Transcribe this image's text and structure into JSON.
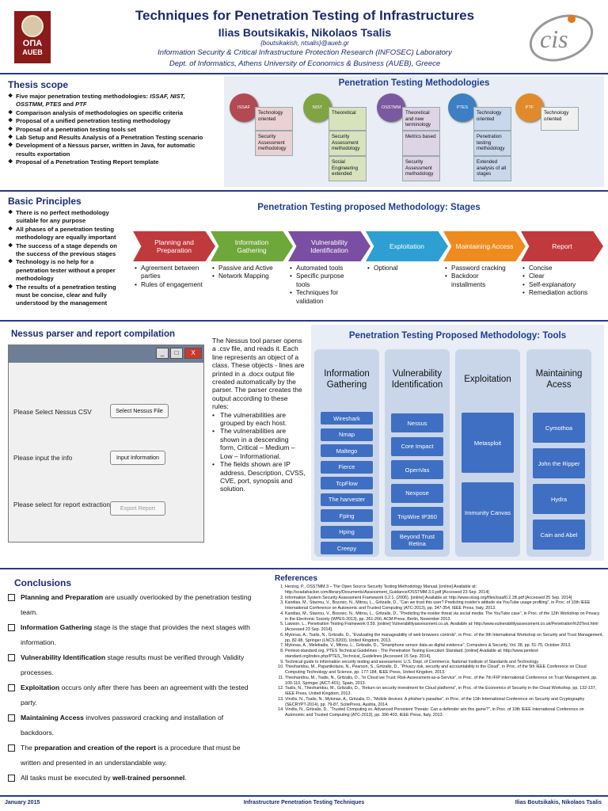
{
  "header": {
    "title": "Techniques for Penetration Testing of Infrastructures",
    "authors": "Ilias Boutsikakis, Nikolaos Tsalis",
    "emails": "{boutsikakish, ntsalis}@aueb.gr",
    "lab": "Information Security & Critical Infrastructure Protection Research (INFOSEC) Laboratory",
    "dept": "Dept. of Informatics, Athens University of Economics & Business (AUEB), Greece",
    "logo_left_1": "ΟΠΑ",
    "logo_left_2": "AUEB",
    "logo_right": "cis"
  },
  "scope": {
    "heading": "Thesis scope",
    "items": [
      {
        "pre": "Five major penetration testing methodologies: ",
        "em": "ISSAF, NIST, OSSTMM, PTES",
        "post": " and ",
        "em2": "PTF"
      },
      {
        "pre": "Comparison analysis of methodologies on specific criteria"
      },
      {
        "pre": "Proposal of a unified penetration testing methodology"
      },
      {
        "pre": "Proposal of a penetration testing tools set"
      },
      {
        "pre": "Lab Setup and Results Analysis of a Penetration Testing scenario"
      },
      {
        "pre": "Development of a Nessus parser, written in Java, for automatic results exportation"
      },
      {
        "pre": "Proposal of a Penetration Testing Report template"
      }
    ]
  },
  "methodologies": {
    "heading": "Penetration Testing Methodologies",
    "items": [
      {
        "name": "ISSAF",
        "color": "#b14a52",
        "boxes": [
          "Technology oriented",
          "Security Assessment methodology"
        ]
      },
      {
        "name": "NIST",
        "color": "#7fa441",
        "boxes": [
          "Theoretical",
          "Security Assessment methodology",
          "Social Engineering extended"
        ]
      },
      {
        "name": "OSSTMM",
        "color": "#7a5a9e",
        "boxes": [
          "Theoretical and new terminology",
          "Metrics based",
          "Security Assessment methodology"
        ]
      },
      {
        "name": "PTES",
        "color": "#3d7fc4",
        "boxes": [
          "Technology oriented",
          "Penetration testing methodology",
          "Extended analysis of all stages"
        ]
      },
      {
        "name": "PTF",
        "color": "#e08a2c",
        "boxes": [
          "Technology oriented"
        ]
      }
    ]
  },
  "principles": {
    "heading": "Basic Principles",
    "items": [
      "There is no perfect methodology suitable for any purpose",
      "All phases of a penetration testing methodology are equally important",
      "The success of a stage depends on the success of the previous stages",
      "Technology is no help for a penetration tester without a proper methodology",
      "The results of a penetration testing must be concise, clear and fully understood by the management"
    ]
  },
  "stages": {
    "heading": "Penetration Testing proposed Methodology: Stages",
    "items": [
      {
        "label": "Planning and Preparation",
        "color": "#c0393d",
        "bullets": [
          "Agreement between parties",
          "Rules of engagement"
        ]
      },
      {
        "label": "Information Gathering",
        "color": "#6fa83a",
        "bullets": [
          "Passive and Active",
          "Network Mapping"
        ]
      },
      {
        "label": "Vulnerability Identification",
        "color": "#7a4fa3",
        "bullets": [
          "Automated tools",
          "Specific purpose tools",
          "Techniques for validation"
        ]
      },
      {
        "label": "Exploitation",
        "color": "#2d9fd3",
        "bullets": [
          "Optional"
        ]
      },
      {
        "label": "Maintaining Access",
        "color": "#ef8a1f",
        "bullets": [
          "Password cracking",
          "Backdoor installments"
        ]
      },
      {
        "label": "Report",
        "color": "#c0393d",
        "bullets": [
          "Concise",
          "Clear",
          "Self-explanatory",
          "Remediation actions"
        ]
      }
    ]
  },
  "nessus": {
    "heading": "Nessus parser and report compilation",
    "win_buttons": [
      "_",
      "□",
      "X"
    ],
    "row1_label": "Please Select Nessus CSV",
    "row1_btn": "Select Nessus File",
    "row2_label": "Please input the info",
    "row2_btn": "Input Information",
    "row3_label": "Please select for report extraction",
    "row3_btn": "Export Report",
    "desc": "The Nessus tool parser opens a .csv file, and reads it. Each line represents an object of a class. These objects - lines are printed in a .docx output file created automatically by the parser. The parser creates the output according to these rules:",
    "rules": [
      "The vulnerabilities are grouped by each host.",
      "The vulnerabilities are shown in a descending form, Critical – Medium – Low – Informational.",
      "The fields shown are IP address, Description, CVSS, CVE, port, synopsis and solution."
    ]
  },
  "tools": {
    "heading": "Penetration Testing Proposed Methodology: Tools",
    "columns": [
      {
        "title": "Information Gathering",
        "tools": [
          "Wireshark",
          "Nmap",
          "Maltego",
          "Fierce",
          "TcpFlow",
          "The harvester",
          "Fping",
          "Hping",
          "Creepy"
        ]
      },
      {
        "title": "Vulnerability Identification",
        "tools": [
          "Nessus",
          "Core Impact",
          "OpenVas",
          "Nexpose",
          "TripWire IP360",
          "Beyond Trust Retina"
        ]
      },
      {
        "title": "Exploitation",
        "tools": [
          "Metasploit",
          "Immunity Canvas"
        ]
      },
      {
        "title": "Maintaining Acess",
        "tools": [
          "Cymothoa",
          "John the Ripper",
          "Hydra",
          "Cain and Abel"
        ]
      }
    ]
  },
  "conclusions": {
    "heading": "Conclusions",
    "items": [
      {
        "b": "Planning and Preparation",
        "t": " are usually overlooked by the penetration testing team."
      },
      {
        "b": "Information Gathering",
        "t": " stage is the stage that provides the next stages with information."
      },
      {
        "b": "Vulnerability Identification",
        "t": " stage results must be verified through Validity processes."
      },
      {
        "b": "Exploitation",
        "t": " occurs only after there has been an agreement with the tested party."
      },
      {
        "b": "Maintaining Access",
        "t": " involves password cracking and installation of backdoors."
      },
      {
        "b": "",
        "t": "The ",
        "b2": "preparation and creation of the report",
        "t2": " is a procedure that must be written and presented in an understandable way."
      },
      {
        "b": "",
        "t": "All tasks must be executed by ",
        "b2": "well-trained personnel",
        "t2": "."
      }
    ]
  },
  "references": {
    "heading": "References",
    "items": [
      "Herzog, P., OSSTMM 3 – The Open Source Security Testing Methodology Manual. [online] Available at: http://scadahacker.com/library/Documents/Assessment_Guidance/OSSTMM-3.0.pdf [Accessed 23 Sep. 2014]",
      "Information System Security Assessment Framework 0.2.1. (2006). [online] Available at: http://www.oissg.org/files/issaf0.2.1B.pdf [Accessed 25 Sep. 2014]",
      "Kandias, M., Stavrou, V., Bozovic, N., Mitrou, L., Gritzalis, D., “Can we trust this user? Predicting insider's attitude via YouTube usage profiling”, in Proc. of 10th IEEE International Conference on Autonomic and Trusted Computing (ATC-2013), pp. 347-354, IEEE Press, Italy, 2013.",
      "Kandias, M., Stavrou, V., Bosovic, N., Mitrou, L., Gritzalis, D., “Predicting the insider threat via social media: The YouTube case”, in Proc. of the 12th Workshop on Privacy in the Electronic Society (WPES-2013), pp. 261-266, ACM Press, Berlin, November 2013.",
      "Lawson, L., Penetration Testing Framework 0.59. [online] Vulnerabilityassessment.co.uk. Available at: http://www.vulnerabilityassessment.co.uk/Penetration%20Test.html [Accessed 23 Sep. 2014].",
      "Mylonas, A., Tsalis, N., Gritzalis, D., “Evaluating the manageability of web browsers controls”, in Proc. of the 9th International Workshop on Security and Trust Management, pp. 82-98, Springer (LNCS 8203), United Kingdom, 2013.",
      "Mylonas, A., Meletiadis, V., Mitrou, L., Gritzalis, D., “Smartphone sensor data as digital evidence”, Computers & Security, Vol. 38, pp. 51-75, October 2013.",
      "Pentest-standard.org, PTES Technical Guidelines - The Penetration Testing Execution Standard. [online] Available at: http://www.pentest-standard.org/index.php/PTES_Technical_Guidelines [Accessed 15 Sep. 2014].",
      "Technical guide to information security testing and assessment. U.S. Dept. of Commerce, National Institute of Standards and Technology.",
      "Theoharidou, M., Papanikolaou, N., Pearson, S., Gritzalis, D., “Privacy risk, security and accountability in the Cloud”, in Proc. of the 5th IEEE Conference on Cloud Computing Technology and Science, pp. 177-184, IEEE Press, United Kingdom, 2013.",
      "Theoharidou, M., Tsalis, N., Gritzalis, D., “In Cloud we Trust: Risk-Assessment-as-a-Service”, in Proc. of the 7th IFIP International Conference on Trust Management, pp. 100-110, Springer (AICT-401), Spain, 2013.",
      "Tsalis, N., Theoharidou, M., Gritzalis, D., “Return on security investment for Cloud platforms”, in Proc. of the Economics of Security in the Cloud Workshop, pp. 132-137, IEEE Press, United Kingdom, 2013.",
      "Virvilis, N., Tsalis, N., Mylonas, A., Gritzalis, D., “Mobile devices: A phisher's paradise”, in Proc. of the 11th International Conference on Security and Cryptography (SECRYPT-2014), pp. 79-87, ScitePress, Austria, 2014.",
      "Virvilis, N., Gritzalis, D., “Trusted Computing vs. Advanced Persistent Threats: Can a defender win this game?”, in Proc. of 10th IEEE International Conference on Autonomic and Trusted Computing (ATC-2013), pp. 396-403, IEEE Press, Italy, 2013."
    ]
  },
  "footer": {
    "date": "January 2015",
    "title": "Infrastructure Penetration Testing Techniques",
    "authors": "Ilias Boutsikakis, Nikolaos Tsalis"
  }
}
